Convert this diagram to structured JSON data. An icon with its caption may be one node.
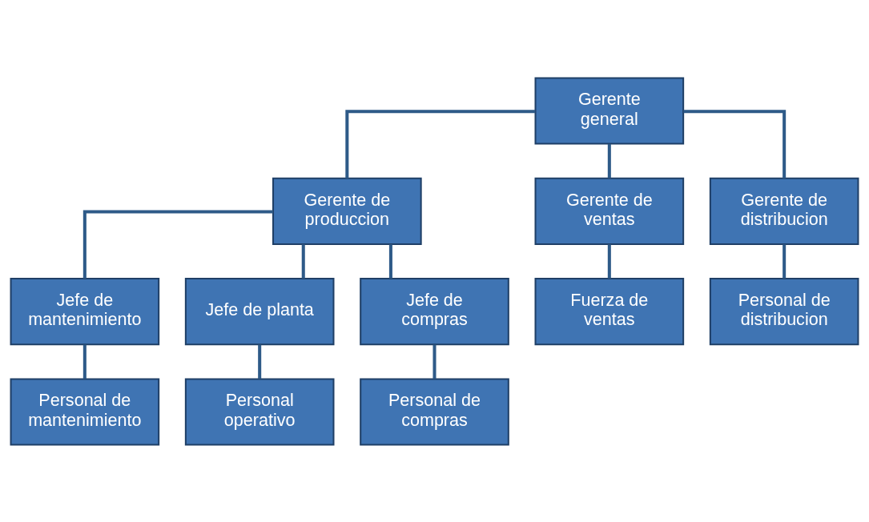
{
  "diagram": {
    "nodes": [
      {
        "text": [
          "Gerente general"
        ]
      },
      {
        "text": [
          "Gerente de produccion"
        ]
      },
      {
        "text": [
          "Gerente de ventas"
        ]
      },
      {
        "text": [
          "Gerente de distribucion"
        ]
      },
      {
        "text": [
          "Jefe de mantenimiento"
        ]
      },
      {
        "text": [
          "Jefe de planta"
        ]
      },
      {
        "text": [
          "Jefe de compras"
        ]
      },
      {
        "text": [
          "Fuerza de ventas"
        ]
      },
      {
        "text": [
          "Personal de distribucion"
        ]
      },
      {
        "text": [
          "Personal de mantenimiento"
        ]
      },
      {
        "text": [
          "Personal operativo"
        ]
      },
      {
        "text": [
          "Personal de compras"
        ]
      }
    ],
    "edges": [
      {
        "from": 0,
        "to": 1,
        "arrow": "none"
      },
      {
        "from": 0,
        "to": 2,
        "arrow": "none"
      },
      {
        "from": 0,
        "to": 3,
        "arrow": "none"
      },
      {
        "from": 1,
        "to": 4,
        "arrow": "none"
      },
      {
        "from": 1,
        "to": 5,
        "arrow": "none"
      },
      {
        "from": 1,
        "to": 6,
        "arrow": "none"
      },
      {
        "from": 2,
        "to": 7,
        "arrow": "none"
      },
      {
        "from": 3,
        "to": 8,
        "arrow": "none"
      },
      {
        "from": 4,
        "to": 9,
        "arrow": "none"
      },
      {
        "from": 5,
        "to": 10,
        "arrow": "none"
      },
      {
        "from": 6,
        "to": 11,
        "arrow": "none"
      }
    ]
  }
}
